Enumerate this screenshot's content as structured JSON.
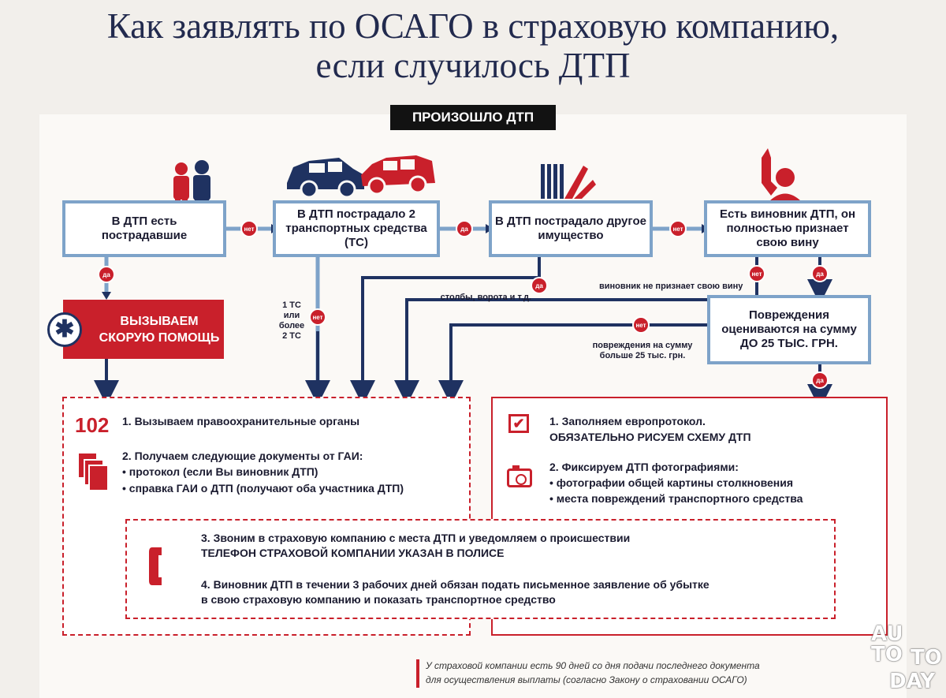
{
  "title": {
    "line1": "Как заявлять по ОСАГО в страховую компанию,",
    "line2": "если случилось ДТП"
  },
  "start_tag": "ПРОИЗОШЛО ДТП",
  "nodes": {
    "injured": "В ДТП есть пострадавшие",
    "two_vehicles": "В ДТП пострадало 2 транспортных средства (ТС)",
    "property": "В ДТП пострадало другое имущество",
    "culprit": "Есть виновник ДТП, он полностью признает свою вину",
    "damage": "Повреждения оцениваются на сумму ДО 25 ТЫС. ГРН.",
    "ambulance": "ВЫЗЫВАЕМ СКОРУЮ ПОМОЩЬ"
  },
  "badges": {
    "yes": "да",
    "no": "нет"
  },
  "labels": {
    "vehicles_count": "1 ТС или более 2 ТС",
    "property_examples": "столбы, ворота и т.д.",
    "no_admit": "виновник не признает свою вину",
    "over_25": "повреждения на сумму больше 25 тыс. грн."
  },
  "left_block": {
    "number": "102",
    "step1": "1. Вызываем правоохранительные органы",
    "step2_title": "2.  Получаем следующие документы от ГАИ:",
    "step2_b1": "• протокол (если Вы виновник ДТП)",
    "step2_b2": "• справка ГАИ о ДТП (получают оба участника ДТП)"
  },
  "right_block": {
    "step1_title": "1. Заполняем европротокол.",
    "step1_sub": "ОБЯЗАТЕЛЬНО РИСУЕМ СХЕМУ ДТП",
    "step2_title": "2. Фиксируем ДТП фотографиями:",
    "step2_b1": "• фотографии общей картины столкновения",
    "step2_b2": "• места повреждений транспортного средства"
  },
  "center_block": {
    "step3_l1": "3. Звоним в страховую компанию с места ДТП и уведомляем о происшествии",
    "step3_l2": "ТЕЛЕФОН СТРАХОВОЙ КОМПАНИИ УКАЗАН В ПОЛИСЕ",
    "step4_l1": "4. Виновник ДТП в течении 3 рабочих дней обязан подать письменное заявление об убытке",
    "step4_l2": "в свою страховую компанию и показать транспортное средство"
  },
  "footnote": {
    "l1": "У страховой компании есть 90 дней со дня подачи последнего документа",
    "l2": "для осуществления выплаты (согласно Закону о страховании ОСАГО)"
  },
  "watermark": {
    "l1": "AU",
    "l2": "TO",
    "l3": "TO",
    "l4": "DAY"
  },
  "colors": {
    "navy": "#1f3261",
    "red": "#c9202b",
    "light_blue": "#7ea3c9"
  }
}
